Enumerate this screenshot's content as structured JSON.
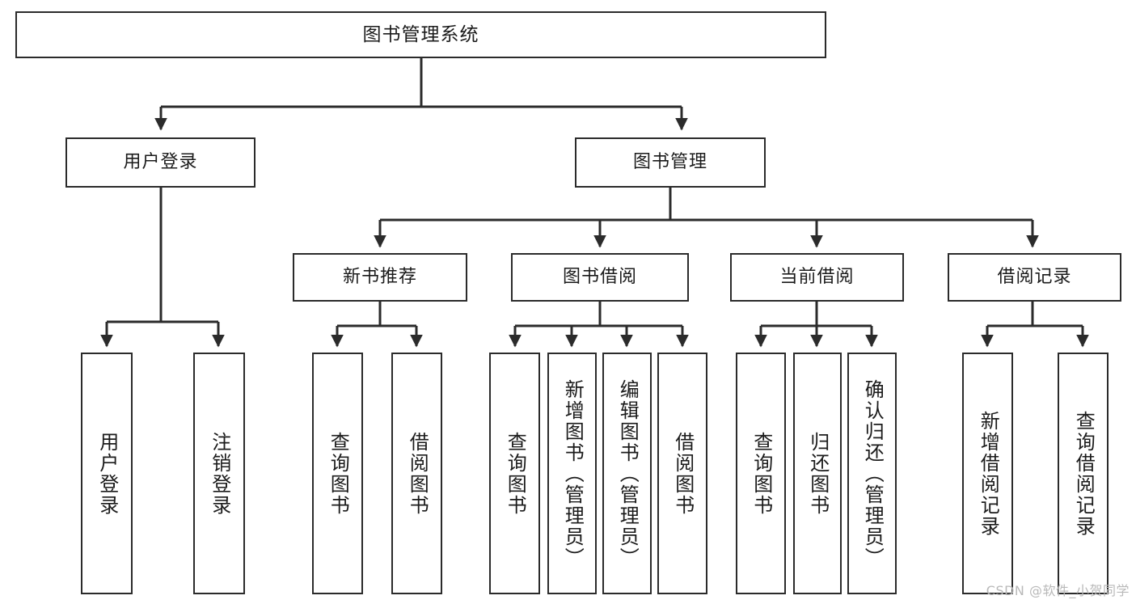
{
  "diagram": {
    "title": "图书管理系统",
    "type": "hierarchy-tree",
    "watermark": "CSDN @软件_小贺同学",
    "colors": {
      "box_border": "#2b2b2b",
      "box_fill": "#ffffff",
      "connector": "#2b2b2b",
      "text": "#1b1b1b",
      "watermark": "#b9b9b9"
    },
    "nodes": {
      "root": {
        "label": "图书管理系统"
      },
      "level2": [
        {
          "label": "用户登录"
        },
        {
          "label": "图书管理"
        }
      ],
      "level3": [
        {
          "label": "新书推荐"
        },
        {
          "label": "图书借阅"
        },
        {
          "label": "当前借阅"
        },
        {
          "label": "借阅记录"
        }
      ],
      "leaves": {
        "user_login": [
          {
            "label": "用户登录"
          },
          {
            "label": "注销登录"
          }
        ],
        "new_book_recommend": [
          {
            "label": "查询图书"
          },
          {
            "label": "借阅图书"
          }
        ],
        "book_borrow": [
          {
            "label": "查询图书"
          },
          {
            "label": "新增图书（管理员）"
          },
          {
            "label": "编辑图书（管理员）"
          },
          {
            "label": "借阅图书"
          }
        ],
        "current_borrow": [
          {
            "label": "查询图书"
          },
          {
            "label": "归还图书"
          },
          {
            "label": "确认归还（管理员）"
          }
        ],
        "borrow_record": [
          {
            "label": "新增借阅记录"
          },
          {
            "label": "查询借阅记录"
          }
        ]
      }
    }
  }
}
